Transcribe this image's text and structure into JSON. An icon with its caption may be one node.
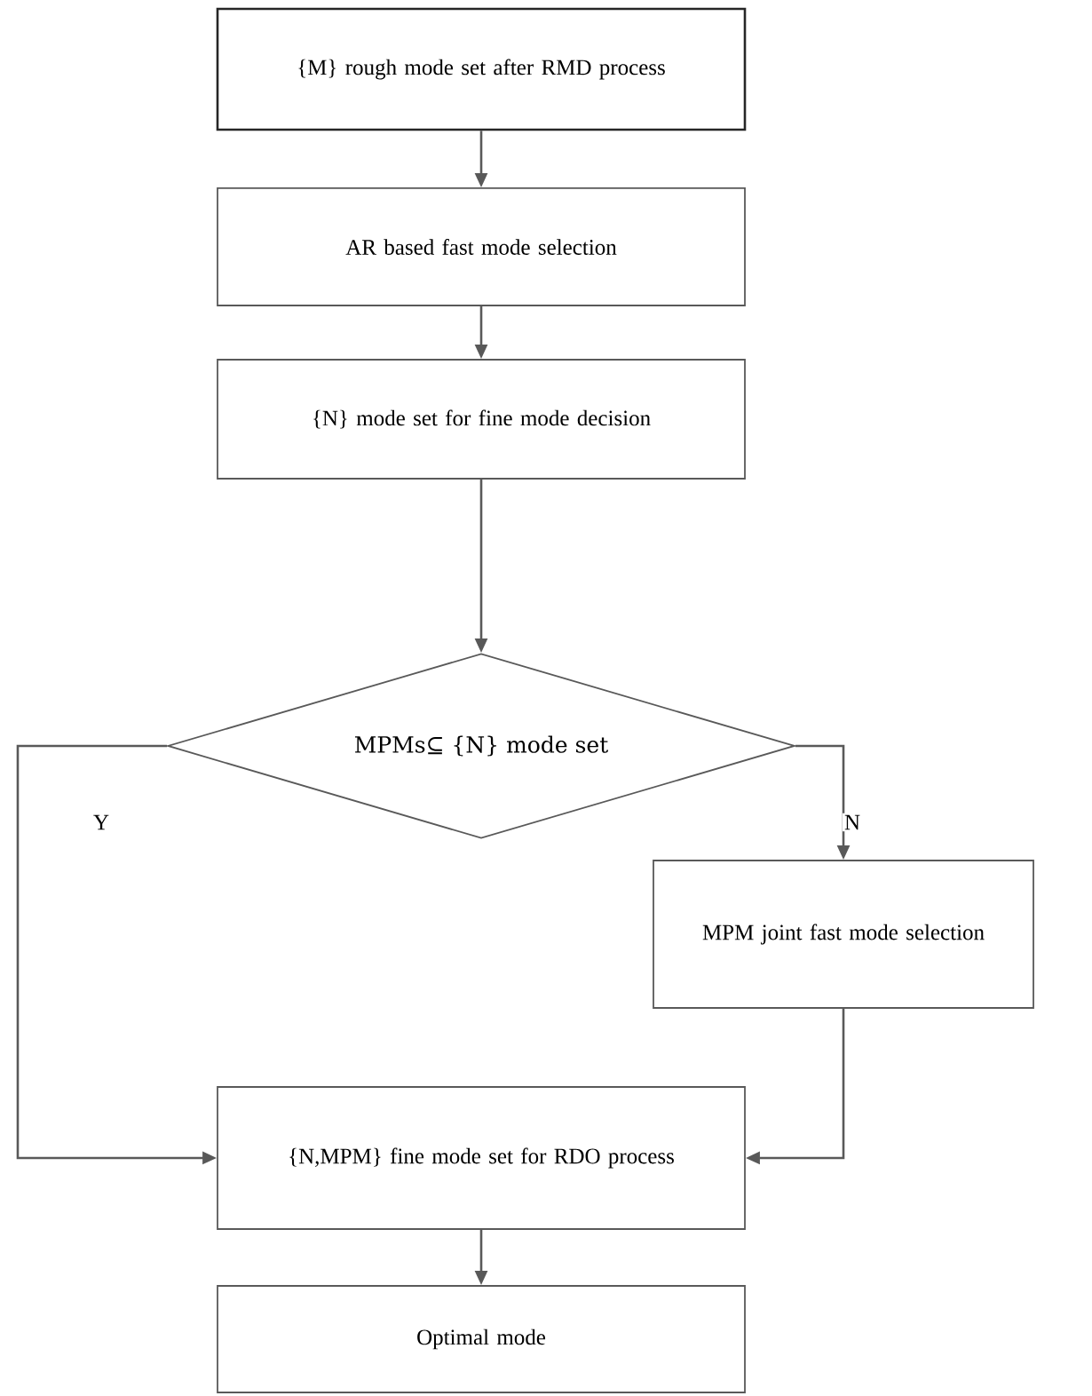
{
  "diagram": {
    "nodes": [
      {
        "text": [
          "{M} rough mode set after RMD process"
        ]
      },
      {
        "text": [
          "AR based fast mode selection"
        ]
      },
      {
        "text": [
          "{N}  mode set for fine mode decision"
        ]
      },
      {
        "text": [
          "MPMs⊆ {N} mode set"
        ]
      },
      {
        "text": [
          "MPM joint fast mode selection"
        ]
      },
      {
        "text": [
          "{N,MPM} fine mode set for RDO process"
        ]
      },
      {
        "text": [
          "Optimal mode"
        ]
      }
    ],
    "edges": [
      {
        "from": 0,
        "to": 1,
        "arrow": "to"
      },
      {
        "from": 1,
        "to": 2,
        "arrow": "to"
      },
      {
        "from": 2,
        "to": 3,
        "arrow": "to"
      },
      {
        "from": 3,
        "to": 5,
        "arrow": "to",
        "label": "Y"
      },
      {
        "from": 3,
        "to": 4,
        "arrow": "to",
        "label": "N"
      },
      {
        "from": 4,
        "to": 5,
        "arrow": "to"
      },
      {
        "from": 5,
        "to": 6,
        "arrow": "to"
      }
    ]
  }
}
